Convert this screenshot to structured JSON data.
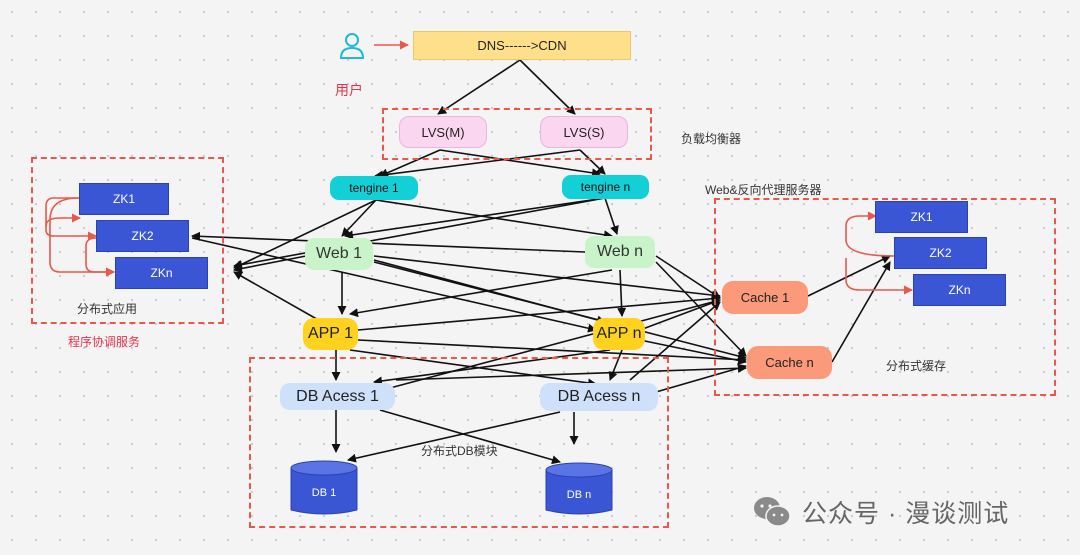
{
  "user": {
    "label": "用户"
  },
  "dns": "DNS------>CDN",
  "lvs": {
    "master": "LVS(M)",
    "slave": "LVS(S)",
    "group_label": "负载均衡器"
  },
  "tengine": {
    "first": "tengine 1",
    "last": "tengine n"
  },
  "web_proxy_label": "Web&反向代理服务器",
  "web": {
    "first": "Web 1",
    "last": "Web n"
  },
  "app": {
    "first": "APP 1",
    "last": "APP n"
  },
  "zk_left": {
    "items": [
      "ZK1",
      "ZK2",
      "ZKn"
    ],
    "caption": "分布式应用",
    "group_label": "程序协调服务"
  },
  "cache": {
    "first": "Cache 1",
    "last": "Cache n"
  },
  "zk_right": {
    "items": [
      "ZK1",
      "ZK2",
      "ZKn"
    ],
    "caption": "分布式缓存"
  },
  "db_access": {
    "first": "DB Acess 1",
    "last": "DB Acess n",
    "group_label": "分布式DB模块"
  },
  "db": {
    "first": "DB 1",
    "last": "DB  n"
  },
  "watermark": {
    "text": "公众号 · 漫谈测试",
    "icon": "wechat-icon"
  },
  "colors": {
    "arrow": "#111111",
    "accent_red": "#e5334b",
    "dashed_border": "#e8584c"
  }
}
